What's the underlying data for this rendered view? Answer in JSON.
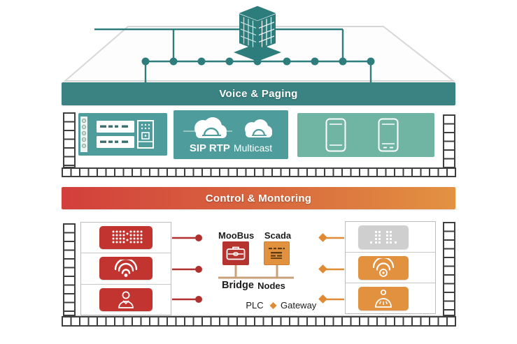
{
  "top_section": {
    "banner": "Voice & Paging",
    "cloud_labels": {
      "bold": "SIP RTP",
      "regular": "Multicast"
    },
    "icons": [
      "building-icon",
      "network-bus-nodes",
      "server-rack-icon",
      "terminal-strip-icon",
      "sip-cloud-icon",
      "multicast-cloud-icon",
      "phone-icon"
    ]
  },
  "bottom_section": {
    "banner": "Control & Montoring",
    "labels": {
      "moobus": "MooBus",
      "scada": "Scada",
      "bridge": "Bridge",
      "nodes": "Nodes"
    },
    "legend": {
      "plc": "PLC",
      "gateway": "Gateway"
    },
    "left_devices": [
      "led-matrix-icon",
      "wifi-icon",
      "person-icon"
    ],
    "right_devices": [
      "dot-grid-icon",
      "wifi-speaker-icon",
      "person-dial-icon"
    ]
  },
  "colors": {
    "teal_line": "#2e7d7d",
    "voice_banner_bg": "#3b8383",
    "panel_teal": "#4f9c9c",
    "panel_green": "#70b5a3",
    "control_banner_gradient_left": "#d23f3c",
    "control_banner_gradient_right": "#e39242",
    "device_red": "#c23430",
    "moobus_red": "#b5342f",
    "scada_orange": "#e2913f",
    "inactive_gray": "#cfcfcf",
    "bus_tan": "#c9a178",
    "connector_red": "#b13030",
    "connector_orange": "#e08a35"
  }
}
